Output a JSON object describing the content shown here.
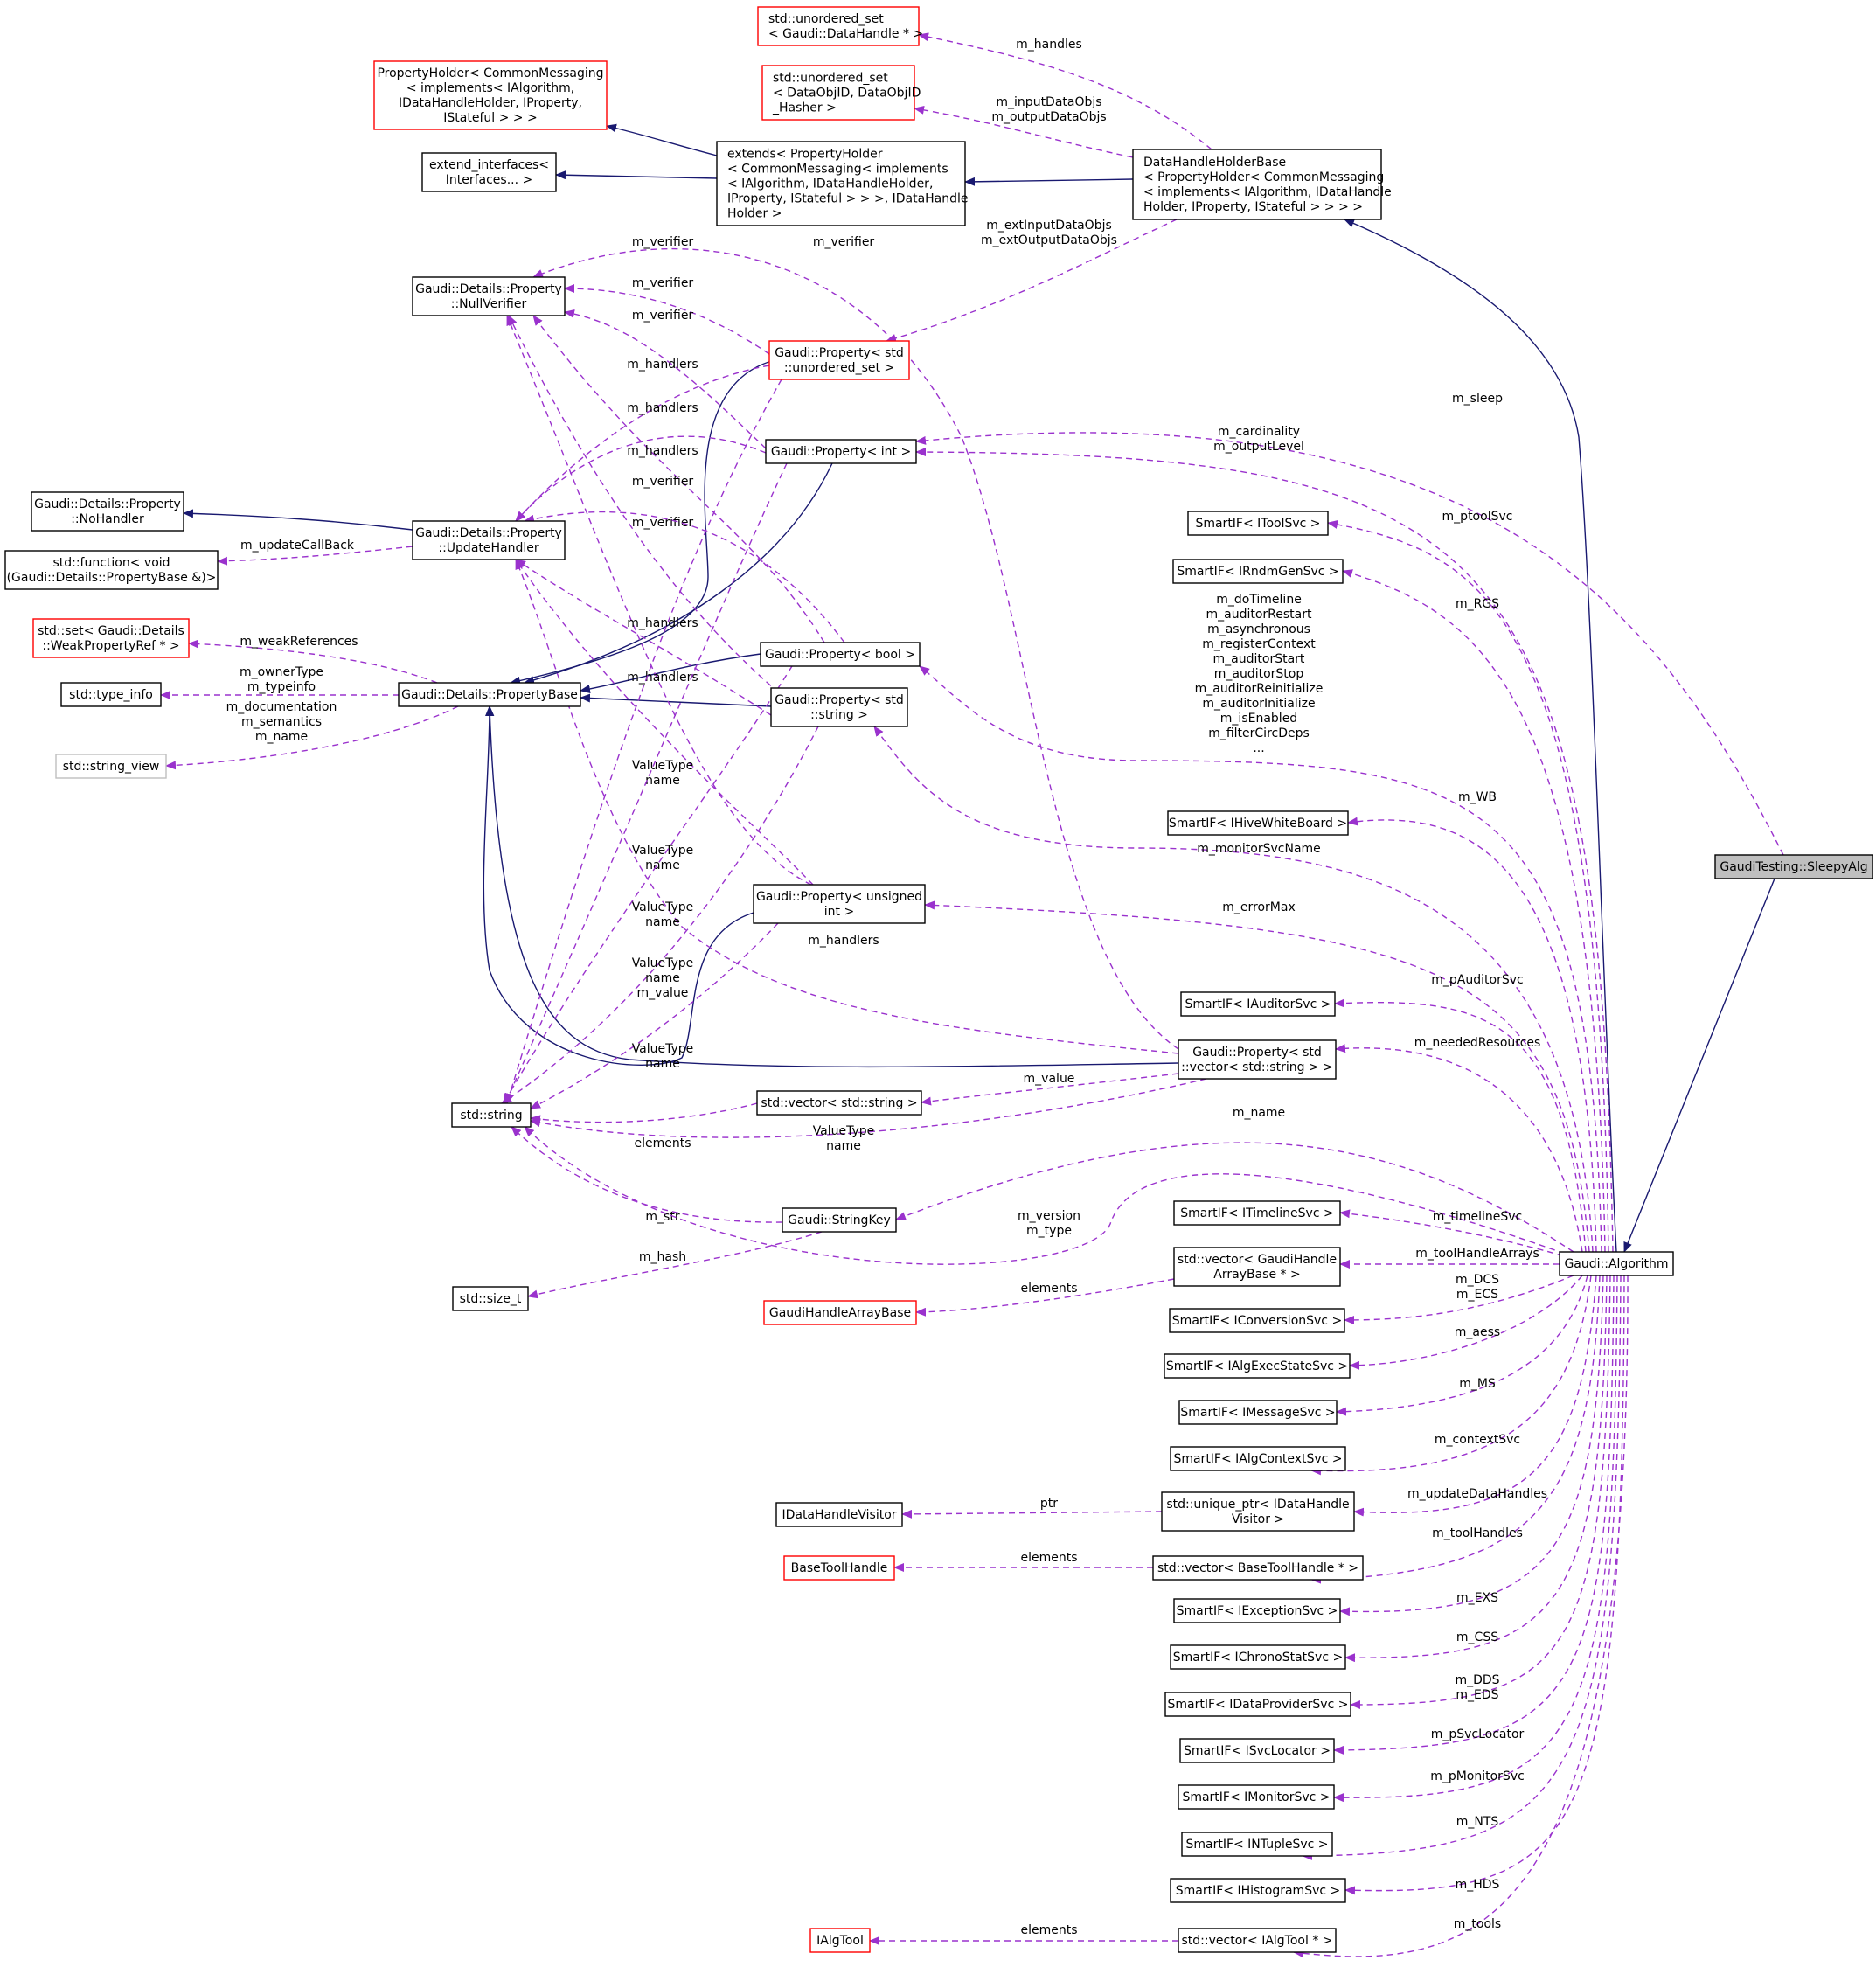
{
  "nodes": [
    {
      "id": "sleepy",
      "lines": [
        "GaudiTesting::SleepyAlg"
      ],
      "style": "root"
    },
    {
      "id": "algorithm",
      "lines": [
        "Gaudi::Algorithm"
      ],
      "style": "black"
    },
    {
      "id": "dhhb",
      "lines": [
        "DataHandleHolderBase",
        "< PropertyHolder< CommonMessaging",
        "< implements< IAlgorithm, IDataHandle",
        "Holder, IProperty, IStateful > > > >"
      ],
      "style": "black",
      "align": "start"
    },
    {
      "id": "extends",
      "lines": [
        "extends< PropertyHolder",
        "< CommonMessaging< implements",
        "< IAlgorithm, IDataHandleHolder,",
        "IProperty, IStateful > > >, IDataHandle",
        "Holder >"
      ],
      "style": "black",
      "align": "start"
    },
    {
      "id": "propholder",
      "lines": [
        "PropertyHolder< CommonMessaging",
        "< implements< IAlgorithm,",
        "IDataHandleHolder, IProperty,",
        "IStateful > > >"
      ],
      "style": "red"
    },
    {
      "id": "extendif",
      "lines": [
        "extend_interfaces<",
        "Interfaces... >"
      ],
      "style": "black"
    },
    {
      "id": "uset_dh",
      "lines": [
        "std::unordered_set",
        "< Gaudi::DataHandle * >"
      ],
      "style": "red",
      "align": "start"
    },
    {
      "id": "uset_id",
      "lines": [
        "std::unordered_set",
        "< DataObjID, DataObjID",
        "_Hasher >"
      ],
      "style": "red",
      "align": "start"
    },
    {
      "id": "nullverifier",
      "lines": [
        "Gaudi::Details::Property",
        "::NullVerifier"
      ],
      "style": "black"
    },
    {
      "id": "prop_uset",
      "lines": [
        "Gaudi::Property< std",
        "::unordered_set >"
      ],
      "style": "red"
    },
    {
      "id": "prop_int",
      "lines": [
        "Gaudi::Property< int >"
      ],
      "style": "black"
    },
    {
      "id": "nohandler",
      "lines": [
        "Gaudi::Details::Property",
        "::NoHandler"
      ],
      "style": "black"
    },
    {
      "id": "stdfunction",
      "lines": [
        "std::function< void",
        "(Gaudi::Details::PropertyBase &)>"
      ],
      "style": "black"
    },
    {
      "id": "updatehandler",
      "lines": [
        "Gaudi::Details::Property",
        "::UpdateHandler"
      ],
      "style": "black"
    },
    {
      "id": "stdset",
      "lines": [
        "std::set< Gaudi::Details",
        "::WeakPropertyRef * >"
      ],
      "style": "red"
    },
    {
      "id": "typeinfo",
      "lines": [
        "std::type_info"
      ],
      "style": "black"
    },
    {
      "id": "propertybase",
      "lines": [
        "Gaudi::Details::PropertyBase"
      ],
      "style": "black"
    },
    {
      "id": "stringview",
      "lines": [
        "std::string_view"
      ],
      "style": "grey"
    },
    {
      "id": "prop_bool",
      "lines": [
        "Gaudi::Property< bool >"
      ],
      "style": "black"
    },
    {
      "id": "prop_string",
      "lines": [
        "Gaudi::Property< std",
        "::string >"
      ],
      "style": "black"
    },
    {
      "id": "prop_uint",
      "lines": [
        "Gaudi::Property< unsigned",
        "int >"
      ],
      "style": "black"
    },
    {
      "id": "stdstring",
      "lines": [
        "std::string"
      ],
      "style": "black"
    },
    {
      "id": "prop_vecstr",
      "lines": [
        "Gaudi::Property< std",
        "::vector< std::string > >"
      ],
      "style": "black"
    },
    {
      "id": "vecstring",
      "lines": [
        "std::vector< std::string >"
      ],
      "style": "black"
    },
    {
      "id": "stringkey",
      "lines": [
        "Gaudi::StringKey"
      ],
      "style": "black"
    },
    {
      "id": "sizet",
      "lines": [
        "std::size_t"
      ],
      "style": "black"
    },
    {
      "id": "ghab",
      "lines": [
        "GaudiHandleArrayBase"
      ],
      "style": "red"
    },
    {
      "id": "vec_ghab",
      "lines": [
        "std::vector< GaudiHandle",
        "ArrayBase * >"
      ],
      "style": "black"
    },
    {
      "id": "itoolsvc",
      "lines": [
        "SmartIF< IToolSvc >"
      ],
      "style": "black"
    },
    {
      "id": "irndm",
      "lines": [
        "SmartIF< IRndmGenSvc >"
      ],
      "style": "black"
    },
    {
      "id": "ihive",
      "lines": [
        "SmartIF< IHiveWhiteBoard >"
      ],
      "style": "black"
    },
    {
      "id": "iauditor",
      "lines": [
        "SmartIF< IAuditorSvc >"
      ],
      "style": "black"
    },
    {
      "id": "itimeline",
      "lines": [
        "SmartIF< ITimelineSvc >"
      ],
      "style": "black"
    },
    {
      "id": "iconversion",
      "lines": [
        "SmartIF< IConversionSvc >"
      ],
      "style": "black"
    },
    {
      "id": "iexecstate",
      "lines": [
        "SmartIF< IAlgExecStateSvc >"
      ],
      "style": "black"
    },
    {
      "id": "imessage",
      "lines": [
        "SmartIF< IMessageSvc >"
      ],
      "style": "black"
    },
    {
      "id": "icontext",
      "lines": [
        "SmartIF< IAlgContextSvc >"
      ],
      "style": "black"
    },
    {
      "id": "idhvisitor",
      "lines": [
        "IDataHandleVisitor"
      ],
      "style": "black"
    },
    {
      "id": "uniqueptr",
      "lines": [
        "std::unique_ptr< IDataHandle",
        "Visitor >"
      ],
      "style": "black"
    },
    {
      "id": "basetoolhandle",
      "lines": [
        "BaseToolHandle"
      ],
      "style": "red"
    },
    {
      "id": "vec_bth",
      "lines": [
        "std::vector< BaseToolHandle * >"
      ],
      "style": "black"
    },
    {
      "id": "iexception",
      "lines": [
        "SmartIF< IExceptionSvc >"
      ],
      "style": "black"
    },
    {
      "id": "ichrono",
      "lines": [
        "SmartIF< IChronoStatSvc >"
      ],
      "style": "black"
    },
    {
      "id": "idataprovider",
      "lines": [
        "SmartIF< IDataProviderSvc >"
      ],
      "style": "black"
    },
    {
      "id": "isvclocator",
      "lines": [
        "SmartIF< ISvcLocator >"
      ],
      "style": "black"
    },
    {
      "id": "imonitor",
      "lines": [
        "SmartIF< IMonitorSvc >"
      ],
      "style": "black"
    },
    {
      "id": "intuple",
      "lines": [
        "SmartIF< INTupleSvc >"
      ],
      "style": "black"
    },
    {
      "id": "ihisto",
      "lines": [
        "SmartIF< IHistogramSvc >"
      ],
      "style": "black"
    },
    {
      "id": "ialgtool",
      "lines": [
        "IAlgTool"
      ],
      "style": "red"
    },
    {
      "id": "vec_ialgtool",
      "lines": [
        "std::vector< IAlgTool * >"
      ],
      "style": "black"
    }
  ],
  "inheritance_edges": [
    {
      "id": "e-sleepy-alg",
      "from": "sleepy",
      "to": "algorithm"
    },
    {
      "id": "e-alg-dhhb",
      "from": "algorithm",
      "to": "dhhb"
    },
    {
      "id": "e-dhhb-extends",
      "from": "dhhb",
      "to": "extends"
    },
    {
      "id": "e-extends-propholder",
      "from": "extends",
      "to": "propholder"
    },
    {
      "id": "e-extends-extendif",
      "from": "extends",
      "to": "extendif"
    },
    {
      "id": "e-uh-nohandler",
      "from": "updatehandler",
      "to": "nohandler"
    },
    {
      "id": "e-puset-pb",
      "from": "prop_uset",
      "to": "propertybase"
    },
    {
      "id": "e-pint-pb",
      "from": "prop_int",
      "to": "propertybase"
    },
    {
      "id": "e-pbool-pb",
      "from": "prop_bool",
      "to": "propertybase"
    },
    {
      "id": "e-pstring-pb",
      "from": "prop_string",
      "to": "propertybase"
    },
    {
      "id": "e-puint-pb",
      "from": "prop_uint",
      "to": "propertybase"
    },
    {
      "id": "e-pvec-pb",
      "from": "prop_vecstr",
      "to": "propertybase"
    }
  ],
  "usage_edges": [
    {
      "id": "u-handles",
      "from": "dhhb",
      "to": "uset_dh",
      "label": [
        "m_handles"
      ]
    },
    {
      "id": "u-inputdata",
      "from": "dhhb",
      "to": "uset_id",
      "label": [
        "m_inputDataObjs",
        "m_outputDataObjs"
      ]
    },
    {
      "id": "u-extinput",
      "from": "dhhb",
      "to": "prop_uset",
      "label": [
        "m_extInputDataObjs",
        "m_extOutputDataObjs"
      ]
    },
    {
      "id": "u-updatecallback",
      "from": "updatehandler",
      "to": "stdfunction",
      "label": [
        "m_updateCallBack"
      ]
    },
    {
      "id": "u-weakrefs",
      "from": "propertybase",
      "to": "stdset",
      "label": [
        "m_weakReferences"
      ]
    },
    {
      "id": "u-ownertype",
      "from": "propertybase",
      "to": "typeinfo",
      "label": [
        "m_ownerType",
        "m_typeinfo"
      ]
    },
    {
      "id": "u-documentation",
      "from": "propertybase",
      "to": "stringview",
      "label": [
        "m_documentation",
        "m_semantics",
        "m_name"
      ]
    },
    {
      "id": "u-puset-verifier",
      "from": "prop_uset",
      "to": "nullverifier",
      "label": [
        "m_verifier"
      ]
    },
    {
      "id": "u-pint-verifier",
      "from": "prop_int",
      "to": "nullverifier",
      "label": [
        "m_verifier"
      ]
    },
    {
      "id": "u-pbool-verifier",
      "from": "prop_bool",
      "to": "nullverifier",
      "label": [
        "m_verifier"
      ]
    },
    {
      "id": "u-pstring-verifier",
      "from": "prop_string",
      "to": "nullverifier",
      "label": [
        "m_verifier"
      ]
    },
    {
      "id": "u-puint-verifier",
      "from": "prop_uint",
      "to": "nullverifier",
      "label": [
        "m_verifier"
      ]
    },
    {
      "id": "u-pvec-verifier",
      "from": "prop_vecstr",
      "to": "nullverifier",
      "label": [
        "m_verifier"
      ]
    },
    {
      "id": "u-puset-handlers",
      "from": "prop_uset",
      "to": "updatehandler",
      "label": [
        "m_handlers"
      ]
    },
    {
      "id": "u-pint-handlers",
      "from": "prop_int",
      "to": "updatehandler",
      "label": [
        "m_handlers"
      ]
    },
    {
      "id": "u-pbool-handlers",
      "from": "prop_bool",
      "to": "updatehandler",
      "label": [
        "m_handlers"
      ]
    },
    {
      "id": "u-pstring-handlers",
      "from": "prop_string",
      "to": "updatehandler",
      "label": [
        "m_handlers"
      ]
    },
    {
      "id": "u-puint-handlers",
      "from": "prop_uint",
      "to": "updatehandler",
      "label": [
        "m_handlers"
      ]
    },
    {
      "id": "u-pvec-handlers",
      "from": "prop_vecstr",
      "to": "updatehandler",
      "label": [
        "m_handlers"
      ]
    },
    {
      "id": "u-puset-str",
      "from": "prop_uset",
      "to": "stdstring",
      "label": [
        "ValueType",
        "name"
      ]
    },
    {
      "id": "u-pint-str",
      "from": "prop_int",
      "to": "stdstring",
      "label": [
        "ValueType",
        "name"
      ]
    },
    {
      "id": "u-pbool-str",
      "from": "prop_bool",
      "to": "stdstring",
      "label": [
        "ValueType",
        "name"
      ]
    },
    {
      "id": "u-pstring-str",
      "from": "prop_string",
      "to": "stdstring",
      "label": [
        "ValueType",
        "name",
        "m_value"
      ]
    },
    {
      "id": "u-puint-str",
      "from": "prop_uint",
      "to": "stdstring",
      "label": [
        "ValueType",
        "name"
      ]
    },
    {
      "id": "u-pvec-str",
      "from": "prop_vecstr",
      "to": "stdstring",
      "label": [
        "ValueType",
        "name"
      ]
    },
    {
      "id": "u-vecstring-elements",
      "from": "vecstring",
      "to": "stdstring",
      "label": [
        "elements"
      ]
    },
    {
      "id": "u-pvec-value",
      "from": "prop_vecstr",
      "to": "vecstring",
      "label": [
        "m_value"
      ]
    },
    {
      "id": "u-stringkey-str",
      "from": "stringkey",
      "to": "stdstring",
      "label": [
        "m_str"
      ]
    },
    {
      "id": "u-stringkey-hash",
      "from": "stringkey",
      "to": "sizet",
      "label": [
        "m_hash"
      ]
    },
    {
      "id": "u-alg-version",
      "from": "algorithm",
      "to": "stdstring",
      "label": [
        "m_version",
        "m_type"
      ]
    },
    {
      "id": "u-alg-name",
      "from": "algorithm",
      "to": "stringkey",
      "label": [
        "m_name"
      ]
    },
    {
      "id": "u-sleep",
      "from": "sleepy",
      "to": "prop_int",
      "label": [
        "m_sleep"
      ]
    },
    {
      "id": "u-cardinality",
      "from": "algorithm",
      "to": "prop_int",
      "label": [
        "m_cardinality",
        "m_outputLevel"
      ]
    },
    {
      "id": "u-ptoolsvc",
      "from": "algorithm",
      "to": "itoolsvc",
      "label": [
        "m_ptoolSvc"
      ]
    },
    {
      "id": "u-rgs",
      "from": "algorithm",
      "to": "irndm",
      "label": [
        "m_RGS"
      ]
    },
    {
      "id": "u-dotimeline",
      "from": "algorithm",
      "to": "prop_bool",
      "label": [
        "m_doTimeline",
        "m_auditorRestart",
        "m_asynchronous",
        "m_registerContext",
        "m_auditorStart",
        "m_auditorStop",
        "m_auditorReinitialize",
        "m_auditorInitialize",
        "m_isEnabled",
        "m_filterCircDeps",
        "..."
      ]
    },
    {
      "id": "u-wb",
      "from": "algorithm",
      "to": "ihive",
      "label": [
        "m_WB"
      ]
    },
    {
      "id": "u-monitorsvcname",
      "from": "algorithm",
      "to": "prop_string",
      "label": [
        "m_monitorSvcName"
      ]
    },
    {
      "id": "u-errormax",
      "from": "algorithm",
      "to": "prop_uint",
      "label": [
        "m_errorMax"
      ]
    },
    {
      "id": "u-pauditorsvc",
      "from": "algorithm",
      "to": "iauditor",
      "label": [
        "m_pAuditorSvc"
      ]
    },
    {
      "id": "u-neededresources",
      "from": "algorithm",
      "to": "prop_vecstr",
      "label": [
        "m_neededResources"
      ]
    },
    {
      "id": "u-timelinesvc",
      "from": "algorithm",
      "to": "itimeline",
      "label": [
        "m_timelineSvc"
      ]
    },
    {
      "id": "u-toolhandlearrays",
      "from": "algorithm",
      "to": "vec_ghab",
      "label": [
        "m_toolHandleArrays"
      ]
    },
    {
      "id": "u-ghab-elements",
      "from": "vec_ghab",
      "to": "ghab",
      "label": [
        "elements"
      ]
    },
    {
      "id": "u-dcs",
      "from": "algorithm",
      "to": "iconversion",
      "label": [
        "m_DCS",
        "m_ECS"
      ]
    },
    {
      "id": "u-aess",
      "from": "algorithm",
      "to": "iexecstate",
      "label": [
        "m_aess"
      ]
    },
    {
      "id": "u-ms",
      "from": "algorithm",
      "to": "imessage",
      "label": [
        "m_MS"
      ]
    },
    {
      "id": "u-contextsvc",
      "from": "algorithm",
      "to": "icontext",
      "label": [
        "m_contextSvc"
      ]
    },
    {
      "id": "u-updatedatahandles",
      "from": "algorithm",
      "to": "uniqueptr",
      "label": [
        "m_updateDataHandles"
      ]
    },
    {
      "id": "u-uniqueptr-ptr",
      "from": "uniqueptr",
      "to": "idhvisitor",
      "label": [
        "ptr"
      ]
    },
    {
      "id": "u-toolhandles",
      "from": "algorithm",
      "to": "vec_bth",
      "label": [
        "m_toolHandles"
      ]
    },
    {
      "id": "u-bth-elements",
      "from": "vec_bth",
      "to": "basetoolhandle",
      "label": [
        "elements"
      ]
    },
    {
      "id": "u-exs",
      "from": "algorithm",
      "to": "iexception",
      "label": [
        "m_EXS"
      ]
    },
    {
      "id": "u-css",
      "from": "algorithm",
      "to": "ichrono",
      "label": [
        "m_CSS"
      ]
    },
    {
      "id": "u-dds",
      "from": "algorithm",
      "to": "idataprovider",
      "label": [
        "m_DDS",
        "m_EDS"
      ]
    },
    {
      "id": "u-psvclocator",
      "from": "algorithm",
      "to": "isvclocator",
      "label": [
        "m_pSvcLocator"
      ]
    },
    {
      "id": "u-pmonitorsvc",
      "from": "algorithm",
      "to": "imonitor",
      "label": [
        "m_pMonitorSvc"
      ]
    },
    {
      "id": "u-nts",
      "from": "algorithm",
      "to": "intuple",
      "label": [
        "m_NTS"
      ]
    },
    {
      "id": "u-hds",
      "from": "algorithm",
      "to": "ihisto",
      "label": [
        "m_HDS"
      ]
    },
    {
      "id": "u-tools",
      "from": "algorithm",
      "to": "vec_ialgtool",
      "label": [
        "m_tools"
      ]
    },
    {
      "id": "u-ialgtool-elements",
      "from": "vec_ialgtool",
      "to": "ialgtool",
      "label": [
        "elements"
      ]
    }
  ],
  "colors": {
    "inheritance_edge": "#191970",
    "usage_edge": "#9a32cd",
    "node_border": "#000000",
    "incomplete_node_border": "#ff0000",
    "undocumented_node_border": "#bfbfbf",
    "root_node_fill": "#bfbfbf"
  }
}
